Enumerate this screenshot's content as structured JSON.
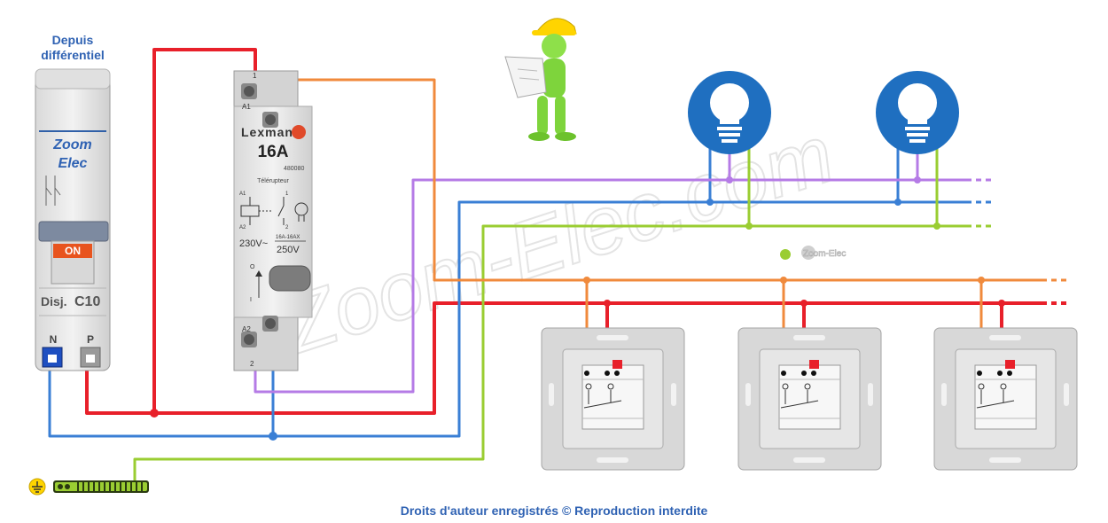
{
  "header": {
    "line1": "Depuis",
    "line2": "différentiel"
  },
  "breaker": {
    "brand_line1": "Zoom",
    "brand_line2": "Elec",
    "on_label": "ON",
    "rating_prefix": "Disj.",
    "rating": "C10",
    "terminal_n": "N",
    "terminal_p": "P"
  },
  "relay": {
    "brand": "Lexman",
    "current": "16A",
    "ref": "480080",
    "type": "Télérupteur",
    "a1": "A1",
    "a2": "A2",
    "t1": "1",
    "t2": "2",
    "voltage_coil": "230V~",
    "rating_small": "16A-16AX",
    "voltage_contact": "250V",
    "pos_on": "I",
    "pos_off": "O"
  },
  "watermark": {
    "large": "Zoom-Elec.com",
    "small": "Zoom-Elec"
  },
  "footer": {
    "copyright": "Droits d'auteur enregistrés © Reproduction interdite"
  },
  "colors": {
    "phase": "#e8202a",
    "neutral": "#3a7fd5",
    "return": "#b57be6",
    "control": "#f08a3c",
    "earth": "#9acd32",
    "lamp": "#1f6fc0",
    "title": "#2f62b3"
  },
  "icons": [
    "light-bulb-icon",
    "worker-figure-icon",
    "earth-ground-icon",
    "switch-icon"
  ]
}
